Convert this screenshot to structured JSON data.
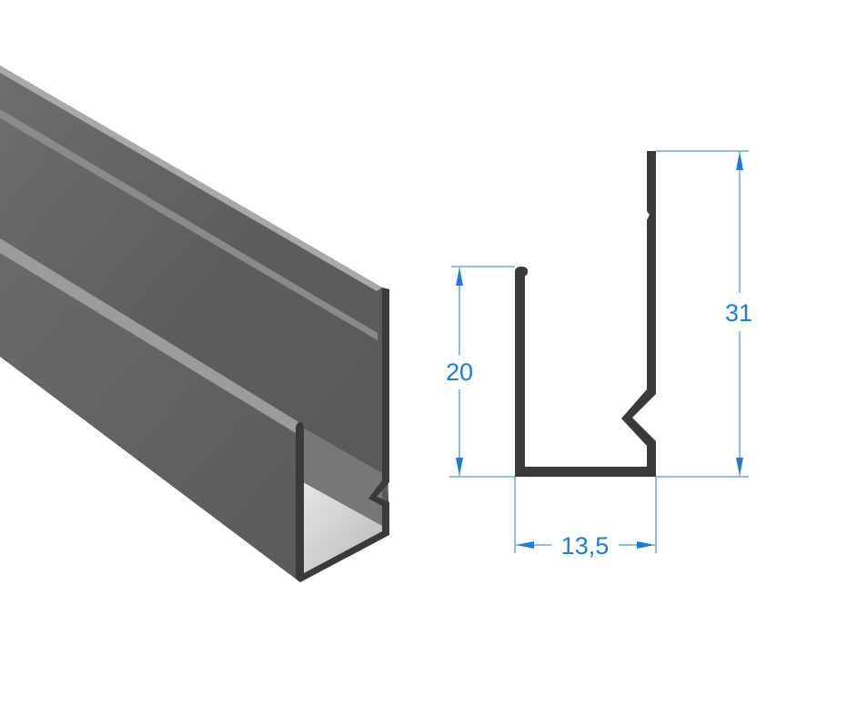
{
  "colors": {
    "dimension": "#1b7be3",
    "profile": "#3a3a3a",
    "metal": "#666666"
  },
  "dimensions": {
    "left_height": "20",
    "right_height": "31",
    "width": "13,5"
  }
}
